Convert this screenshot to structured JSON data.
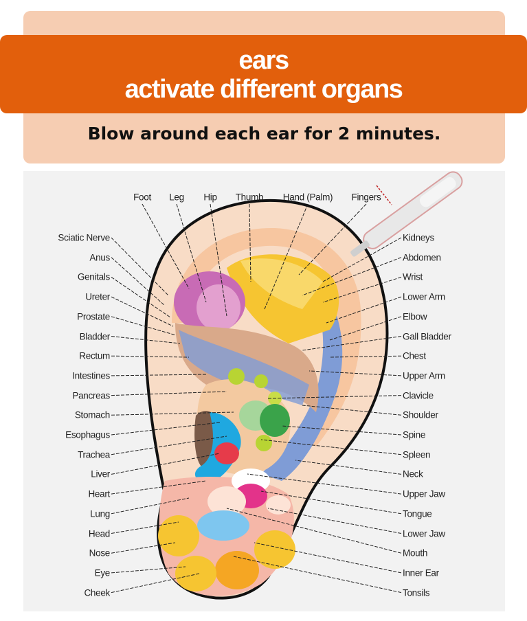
{
  "header": {
    "title_line1": "ears",
    "title_line2": "activate different organs",
    "subtitle": "Blow around each ear for 2 minutes."
  },
  "colors": {
    "banner": "#e25f0c",
    "banner_bg": "#f6cdb2"
  },
  "diagram": {
    "top_labels": [
      "Foot",
      "Leg",
      "Hip",
      "Thumb",
      "Hand (Palm)",
      "Fingers"
    ],
    "left_labels": [
      "Sciatic Nerve",
      "Anus",
      "Genitals",
      "Ureter",
      "Prostate",
      "Bladder",
      "Rectum",
      "Intestines",
      "Pancreas",
      "Stomach",
      "Esophagus",
      "Trachea",
      "Liver",
      "Heart",
      "Lung",
      "Head",
      "Nose",
      "Eye",
      "Cheek"
    ],
    "right_labels": [
      "Kidneys",
      "Abdomen",
      "Wrist",
      "Lower Arm",
      "Elbow",
      "Gall Bladder",
      "Chest",
      "Upper Arm",
      "Clavicle",
      "Shoulder",
      "Spine",
      "Spleen",
      "Neck",
      "Upper Jaw",
      "Tongue",
      "Lower Jaw",
      "Mouth",
      "Inner Ear",
      "Tonsils"
    ]
  }
}
